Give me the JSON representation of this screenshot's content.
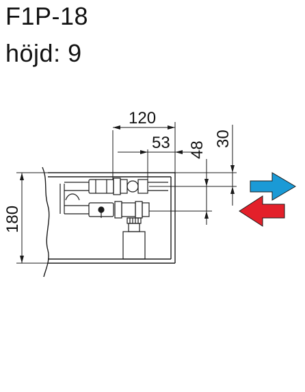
{
  "header": {
    "model": "F1P-18",
    "height_label": "höjd: 9"
  },
  "dimensions": {
    "width_total": "120",
    "width_inner": "53",
    "offset_a": "48",
    "offset_b": "30",
    "height": "180"
  },
  "colors": {
    "supply_arrow": "#1a9ad6",
    "return_arrow": "#e3202a",
    "line": "#1a1a1a"
  },
  "icons": {
    "supply": "arrow-right-icon",
    "return": "arrow-left-icon"
  }
}
